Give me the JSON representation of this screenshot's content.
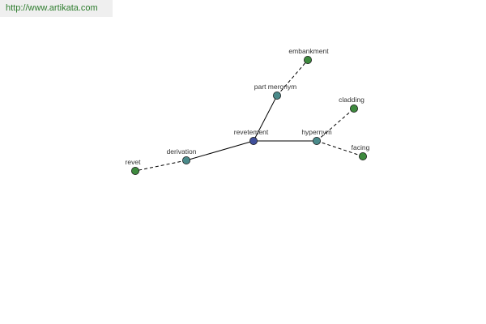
{
  "header": {
    "url": "http://www.artikata.com"
  },
  "colors": {
    "center_node": "#3f4f9a",
    "relation_node": "#4a8a8a",
    "leaf_node": "#3e8a3e",
    "edge": "#000000",
    "url_text": "#2e7d2e",
    "url_background": "#efefef"
  },
  "graph": {
    "center": "revetement",
    "nodes": [
      {
        "id": "revetement",
        "label": "revetement",
        "kind": "center"
      },
      {
        "id": "derivation",
        "label": "derivation",
        "kind": "relation"
      },
      {
        "id": "revet",
        "label": "revet",
        "kind": "leaf"
      },
      {
        "id": "part_meronym",
        "label": "part meronym",
        "kind": "relation"
      },
      {
        "id": "embankment",
        "label": "embankment",
        "kind": "leaf"
      },
      {
        "id": "hypernym",
        "label": "hypernym",
        "kind": "relation"
      },
      {
        "id": "cladding",
        "label": "cladding",
        "kind": "leaf"
      },
      {
        "id": "facing",
        "label": "facing",
        "kind": "leaf"
      }
    ],
    "edges": [
      {
        "from": "revetement",
        "to": "derivation",
        "style": "solid"
      },
      {
        "from": "revetement",
        "to": "part_meronym",
        "style": "solid"
      },
      {
        "from": "revetement",
        "to": "hypernym",
        "style": "solid"
      },
      {
        "from": "derivation",
        "to": "revet",
        "style": "dashed"
      },
      {
        "from": "part_meronym",
        "to": "embankment",
        "style": "dashed"
      },
      {
        "from": "hypernym",
        "to": "cladding",
        "style": "dashed"
      },
      {
        "from": "hypernym",
        "to": "facing",
        "style": "dashed"
      }
    ]
  }
}
